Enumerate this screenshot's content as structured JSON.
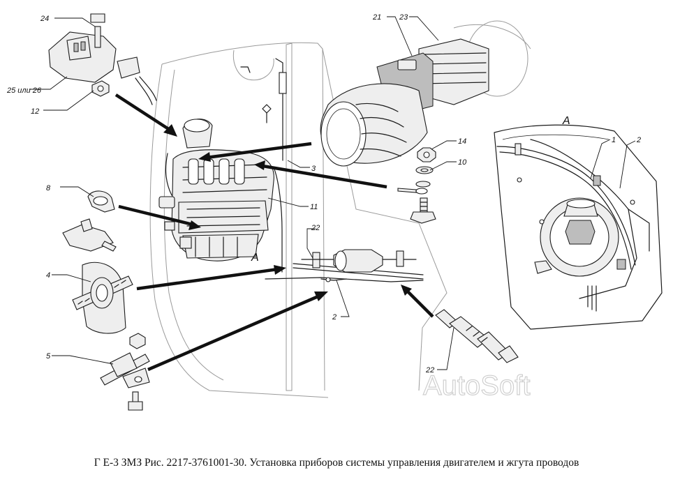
{
  "caption": "Г Е-3 ЗМЗ Рис. 2217-3761001-30. Установка приборов системы управления двигателем и жгута проводов",
  "watermark": "AutoSoft",
  "view_label": "A",
  "callouts": {
    "c24": "24",
    "c25_26": "25 или 26",
    "c12": "12",
    "c21": "21",
    "c23": "23",
    "c14": "14",
    "c10": "10",
    "c3": "3",
    "c11": "11",
    "c8": "8",
    "c22_top": "22",
    "c4": "4",
    "c2_mid": "2",
    "c5": "5",
    "c22_bottom": "22",
    "c1_detail": "1",
    "c2_detail": "2"
  }
}
